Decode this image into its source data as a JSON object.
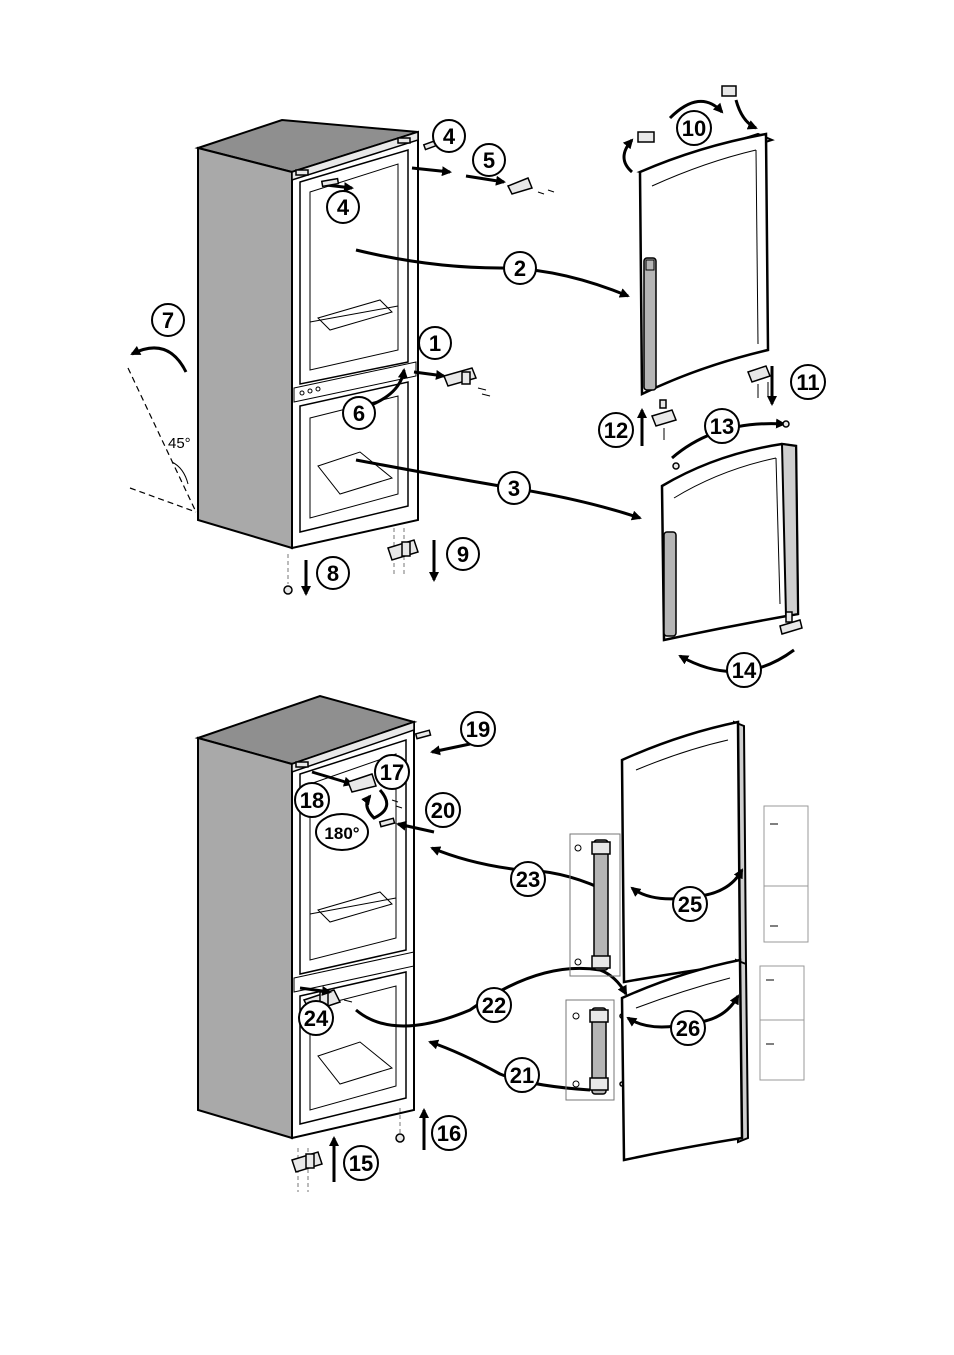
{
  "figure": {
    "angle_label": "45°",
    "rotation_label": "180°",
    "steps": [
      "1",
      "2",
      "3",
      "4",
      "4",
      "5",
      "6",
      "7",
      "8",
      "9",
      "10",
      "11",
      "12",
      "13",
      "14",
      "15",
      "16",
      "17",
      "18",
      "19",
      "20",
      "21",
      "22",
      "23",
      "24",
      "25",
      "26"
    ]
  }
}
